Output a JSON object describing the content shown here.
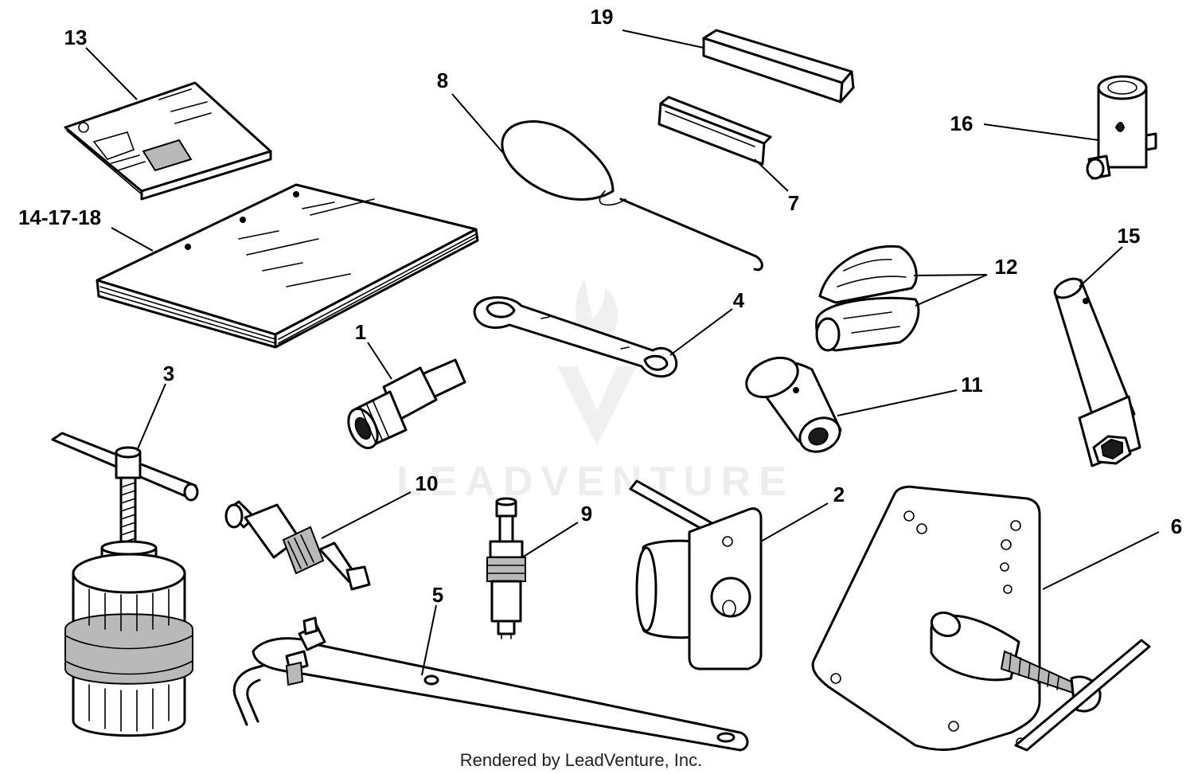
{
  "callouts": {
    "c1": "1",
    "c2": "2",
    "c3": "3",
    "c4": "4",
    "c5": "5",
    "c6": "6",
    "c7": "7",
    "c8": "8",
    "c9": "9",
    "c10": "10",
    "c11": "11",
    "c12": "12",
    "c13": "13",
    "c14_17_18": "14-17-18",
    "c15": "15",
    "c16": "16",
    "c19": "19"
  },
  "watermark": "LEADVENTURE",
  "footer": "Rendered by LeadVenture, Inc."
}
